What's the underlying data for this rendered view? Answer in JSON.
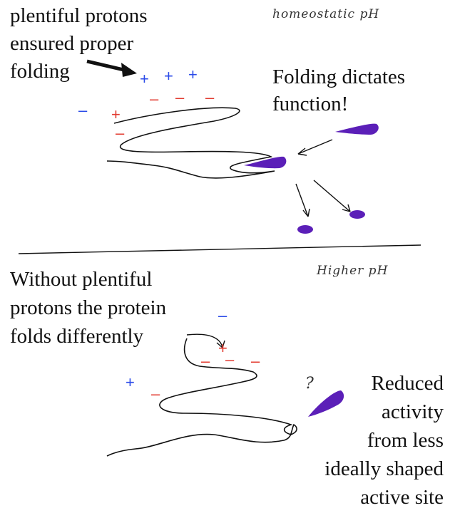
{
  "top_panel": {
    "label_left": [
      "plentiful protons",
      "ensured proper",
      "folding"
    ],
    "condition": "homeostatic pH",
    "label_right": [
      "Folding dictates",
      "function!"
    ]
  },
  "bottom_panel": {
    "label_left": [
      "Without plentiful",
      "protons the protein",
      "folds differently"
    ],
    "condition": "Higher pH",
    "label_right": [
      "Reduced",
      "activity",
      "from less",
      "ideally shaped",
      "active site"
    ],
    "question_mark": "?"
  },
  "charges": {
    "positive": "+",
    "negative": "–"
  },
  "colors": {
    "substrate": "#5b1fb8",
    "positive_charge": "#2b4be8",
    "negative_charge": "#e23a2f",
    "line": "#111111"
  }
}
